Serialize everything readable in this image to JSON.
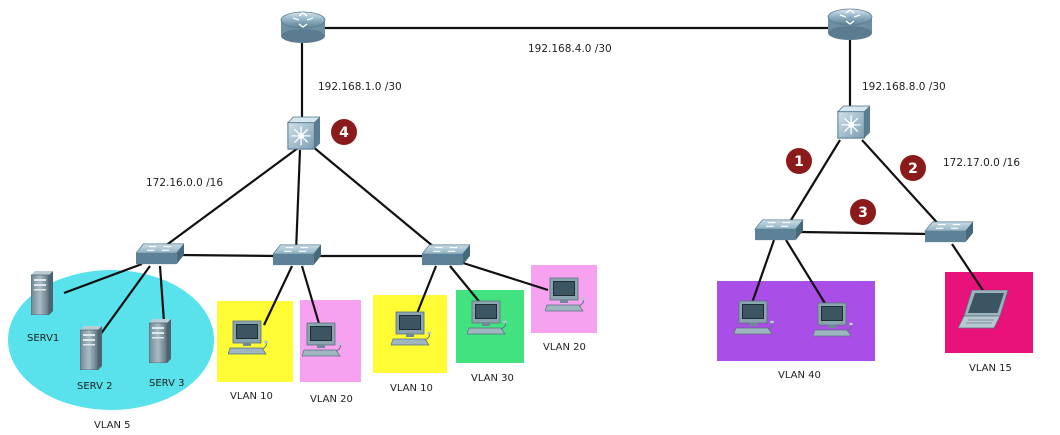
{
  "networks": {
    "wan": "192.168.4.0 /30",
    "left_uplink": "192.168.1.0 /30",
    "right_uplink": "192.168.8.0 /30",
    "left_lan": "172.16.0.0 /16",
    "right_lan": "172.17.0.0 /16"
  },
  "servers": {
    "serv1": "SERV1",
    "serv2": "SERV 2",
    "serv3": "SERV 3"
  },
  "vlans": {
    "v5": "VLAN 5",
    "v10a": "VLAN 10",
    "v20a": "VLAN 20",
    "v10b": "VLAN 10",
    "v30": "VLAN 30",
    "v20b": "VLAN 20",
    "v40": "VLAN 40",
    "v15": "VLAN 15"
  },
  "badges": {
    "b1": "1",
    "b2": "2",
    "b3": "3",
    "b4": "4"
  },
  "colors": {
    "vlan5": "#59e1ec",
    "vlan10": "#fffb35",
    "vlan20": "#f7a2f0",
    "vlan30": "#42e27e",
    "vlan40": "#a94ee6",
    "vlan15": "#e9117a",
    "badge": "#8b1a1a"
  }
}
